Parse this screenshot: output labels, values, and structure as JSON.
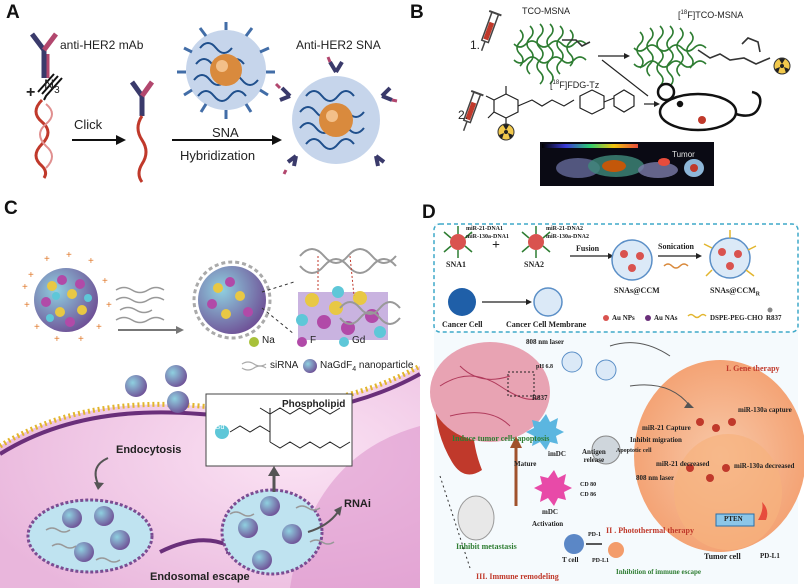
{
  "panels": {
    "a": {
      "label": "A",
      "antibody": "anti-HER2 mAb",
      "n3": "N",
      "n3_sub": "3",
      "plus": "+",
      "click": "Click",
      "sna": "SNA",
      "hybridization": "Hybridization",
      "product": "Anti-HER2 SNA"
    },
    "b": {
      "label": "B",
      "tco": "TCO-MSNA",
      "f_tco_pre": "[",
      "f_tco_sup": "18",
      "f_tco_post": "F]TCO-MSNA",
      "step1": "1.",
      "step2": "2.",
      "fdg_pre": "[",
      "fdg_sup": "18",
      "fdg_post": "F]FDG-Tz",
      "tumor": "Tumor"
    },
    "c": {
      "label": "C",
      "legend_na": "Na",
      "legend_f": "F",
      "legend_gd": "Gd",
      "legend_sirna": "siRNA",
      "legend_np_pre": "NaGdF",
      "legend_np_sub": "4",
      "legend_np_post": " nanoparticle",
      "endocytosis": "Endocytosis",
      "phospholipid": "Phospholipid",
      "gd": "Gd",
      "endosomal_escape": "Endosomal escape",
      "rnai": "RNAi"
    },
    "d": {
      "label": "D",
      "mir21_dna1": "miR-21-DNA1",
      "mir130a_dna1": "miR-130a-DNA1",
      "mir21_dna2": "miR-21-DNA2",
      "mir130a_dna2": "miR-130a-DNA2",
      "sna1": "SNA1",
      "sna2": "SNA2",
      "fusion": "Fusion",
      "sonication": "Sonication",
      "snas_ccm": "SNAs@CCM",
      "snas_ccmr": "SNAs@CCM",
      "snas_ccmr_sub": "R",
      "cancer_cell": "Cancer Cell",
      "cancer_cell_membrane": "Cancer Cell Membrane",
      "au_nps": "Au NPs",
      "au_nas": "Au NAs",
      "dspe": "DSPE-PEG-CHO",
      "r837": "R837",
      "laser808": "808 nm laser",
      "ph": "pH 6.8",
      "r837b": "R837",
      "gene_therapy": "I. Gene therapy",
      "mir130a_capture": "miR-130a  capture",
      "mir21_capture": "miR-21 Capture",
      "inhibit_migration": "Inhibit migration",
      "induce_apoptosis": "Induce tumor cells apoptosis",
      "imdc": "imDC",
      "antigen_release": "Antigen\nrelease",
      "apoptotic_cell": "Apoptotic cell",
      "mir21_decreased": "miR-21 decreased",
      "mir130a_decreased": "miR-130a decreased",
      "mature": "Mature",
      "cd80": "CD 80",
      "cd86": "CD 86",
      "laser808b": "808 nm laser",
      "pten": "PTEN",
      "mdc": "mDC",
      "activation": "Activation",
      "photothermal": "II . Photothermal therapy",
      "pd1": "PD-1",
      "pdl1": "PD-L1",
      "pdl1b": "PD-L1",
      "inhibit_metastasis": "Inhibit metastasis",
      "tcell": "T cell",
      "tumor_cell": "Tumor cell",
      "inhibition_escape": "Inhibition of  immune escape",
      "immune_remodeling": "III. Immune remodeling"
    }
  }
}
